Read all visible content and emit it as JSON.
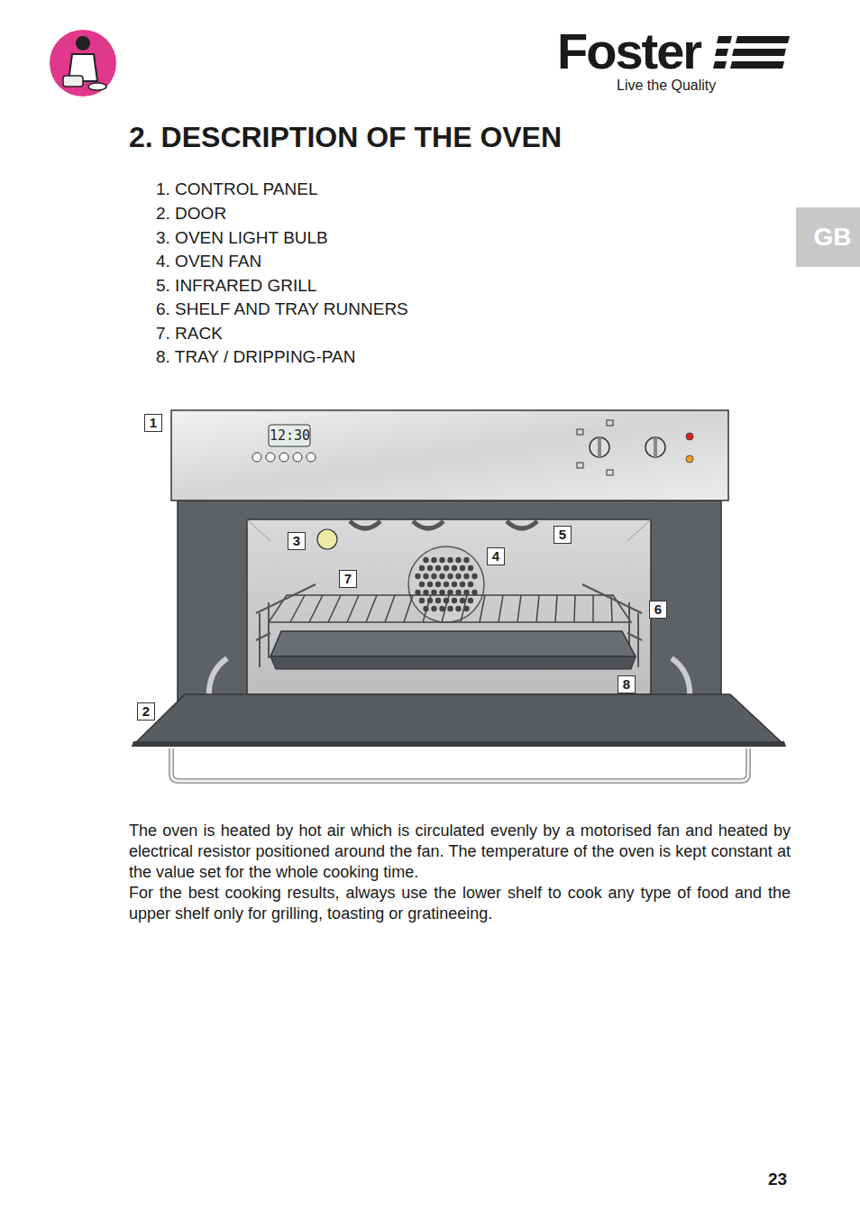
{
  "diagram": {
    "title": "2. DESCRIPTION OF THE OVEN",
    "nodes": [
      {
        "text": [
          "GB"
        ]
      }
    ],
    "labels": [
      "Foster",
      "Live the Quality",
      "1. CONTROL PANEL",
      "2. DOOR",
      "3. OVEN LIGHT BULB",
      "4. OVEN FAN",
      "5. INFRARED GRILL",
      "6. SHELF AND TRAY RUNNERS",
      "7. RACK",
      "8. TRAY / DRIPPING-PAN",
      "1",
      "2",
      "3",
      "4",
      "5",
      "6",
      "7",
      "8",
      "12:30",
      "The oven is heated by hot air which is circulated evenly by a motorised fan and heated by electrical resistor positioned around the fan. The temperature of the oven is kept constant at the value set for the whole cooking time.",
      "For the best cooking results, always use the lower shelf to cook any type of food and the upper shelf only for grilling, toasting or gratineeing.",
      "23"
    ]
  }
}
